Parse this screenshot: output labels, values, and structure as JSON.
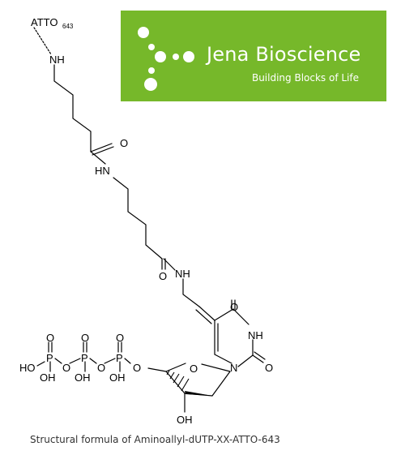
{
  "brand": {
    "name": "Jena Bioscience",
    "tagline": "Building Blocks of Life",
    "background_color": "#76b82a",
    "text_color": "#ffffff"
  },
  "structure": {
    "dye_label": "ATTO",
    "dye_subscript": "643",
    "atoms": {
      "nh": "NH",
      "hn": "HN",
      "o": "O",
      "p": "P",
      "ho": "HO",
      "oh": "OH",
      "n": "N"
    }
  },
  "caption": "Structural formula of Aminoallyl-dUTP-XX-ATTO-643"
}
